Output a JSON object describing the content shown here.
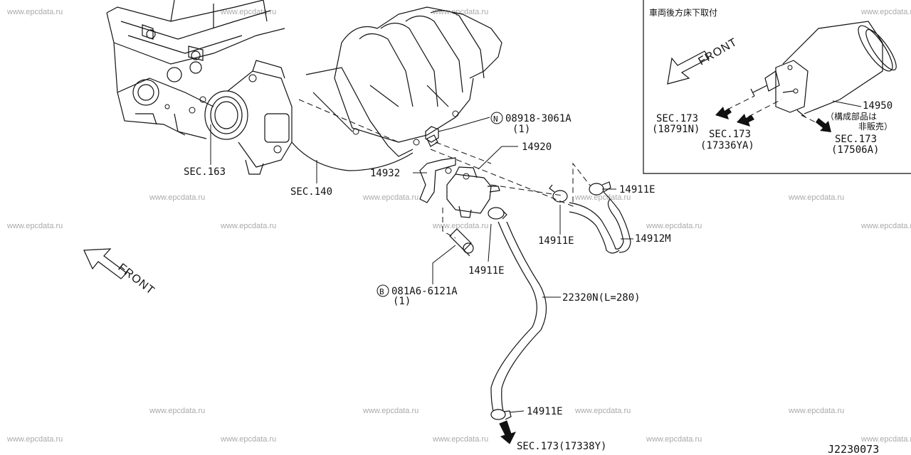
{
  "watermark": "www.epcdata.ru",
  "diagram_code": "J2230073",
  "front_label": "FRONT",
  "inset": {
    "note": "車両後方床下取付",
    "front_label": "FRONT",
    "part_number": "14950",
    "not_sold_note_1": "（構成部品は",
    "not_sold_note_2": "非販売）",
    "sec_a_1": "SEC.173",
    "sec_a_2": "(18791N)",
    "sec_b_1": "SEC.173",
    "sec_b_2": "(17336YA)",
    "sec_c_1": "SEC.173",
    "sec_c_2": "(17506A)"
  },
  "labels": {
    "sec163": "SEC.163",
    "sec140": "SEC.140",
    "nut_part": "08918-3061A",
    "nut_qty": "(1)",
    "nut_symbol": "N",
    "valve": "14920",
    "bracket": "14932",
    "clamp_top_right": "14911E",
    "clamp_mid": "14911E",
    "hose_short": "14912M",
    "clamp_left": "14911E",
    "bolt_part": "081A6-6121A",
    "bolt_qty": "(1)",
    "bolt_symbol": "B",
    "hose_long": "22320N(L=280)",
    "clamp_bottom": "14911E",
    "sec173_bottom": "SEC.173(17338Y)"
  }
}
